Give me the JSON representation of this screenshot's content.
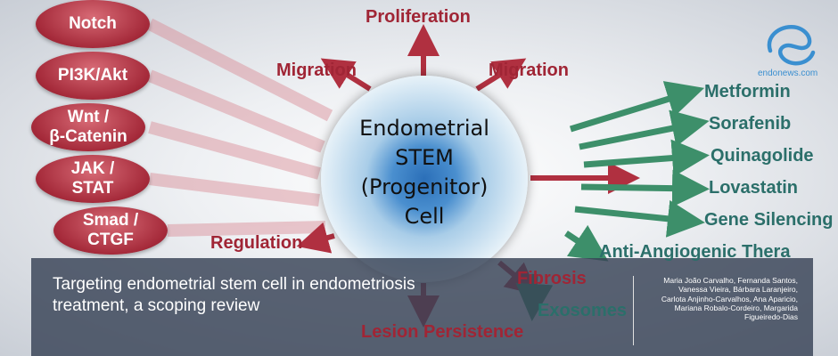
{
  "brand": {
    "logo_text": "endonews.com",
    "color": "#3a8fd0"
  },
  "diagram": {
    "pathways": [
      "Notch",
      "PI3K/Akt",
      "Wnt /\nβ-Catenin",
      "JAK /\nSTAT",
      "Smad /\nCTGF"
    ],
    "center": "Endometrial\nSTEM\n(Progenitor)\nCell",
    "effects": {
      "proliferation": "Proliferation",
      "migration_left": "Migration",
      "migration_right": "Migration",
      "fibrosis": "Fibrosis",
      "lesion": "Lesion Persistence",
      "regulation": "Regulation"
    },
    "therapies": [
      "Metformin",
      "Sorafenib",
      "Quinagolide",
      "Lovastatin",
      "Gene Silencing",
      "Anti-Angiogenic Thera",
      "Exosomes"
    ],
    "colors": {
      "pathway": "#a52a3a",
      "effect": "#a02535",
      "therapy": "#2b6f6a"
    }
  },
  "caption": {
    "title": "Targeting endometrial stem cell in endometriosis treatment, a scoping review",
    "authors": "Maria João Carvalho, Fernanda Santos, Vanessa Vieira, Bárbara Laranjeiro, Carlota Anjinho-Carvalhos, Ana Aparicio, Mariana Robalo-Cordeiro, Margarida Figueiredo-Dias"
  }
}
